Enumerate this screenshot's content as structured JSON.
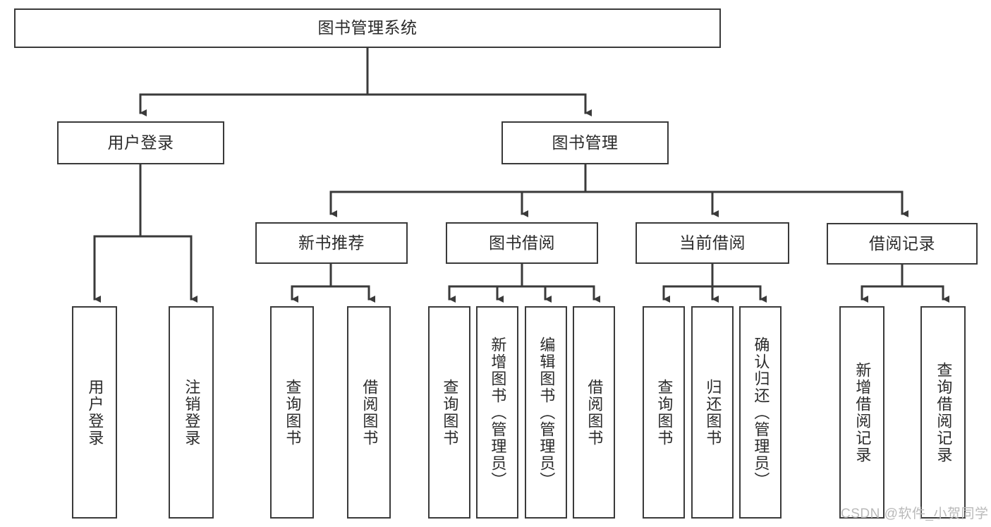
{
  "diagram": {
    "title_node": {
      "label": "图书管理系统"
    },
    "level2": [
      {
        "label": "用户登录"
      },
      {
        "label": "图书管理"
      }
    ],
    "level3": [
      {
        "label": "新书推荐"
      },
      {
        "label": "图书借阅"
      },
      {
        "label": "当前借阅"
      },
      {
        "label": "借阅记录"
      }
    ],
    "leaves": {
      "user_login": [
        {
          "label": "用户登录"
        },
        {
          "label": "注销登录"
        }
      ],
      "new_book": [
        {
          "label": "查询图书"
        },
        {
          "label": "借阅图书"
        }
      ],
      "book_borrow": [
        {
          "label": "查询图书"
        },
        {
          "label": "新增图书（管理员）"
        },
        {
          "label": "编辑图书（管理员）"
        },
        {
          "label": "借阅图书"
        }
      ],
      "current_borrow": [
        {
          "label": "查询图书"
        },
        {
          "label": "归还图书"
        },
        {
          "label": "确认归还（管理员）"
        }
      ],
      "borrow_record": [
        {
          "label": "新增借阅记录"
        },
        {
          "label": "查询借阅记录"
        }
      ]
    }
  },
  "watermark": {
    "text": "CSDN @软件_小贺同学"
  },
  "colors": {
    "stroke": "#3a3a3a",
    "fill": "#ffffff",
    "text": "#2b2b2b",
    "watermark": "#b9b9b9"
  }
}
